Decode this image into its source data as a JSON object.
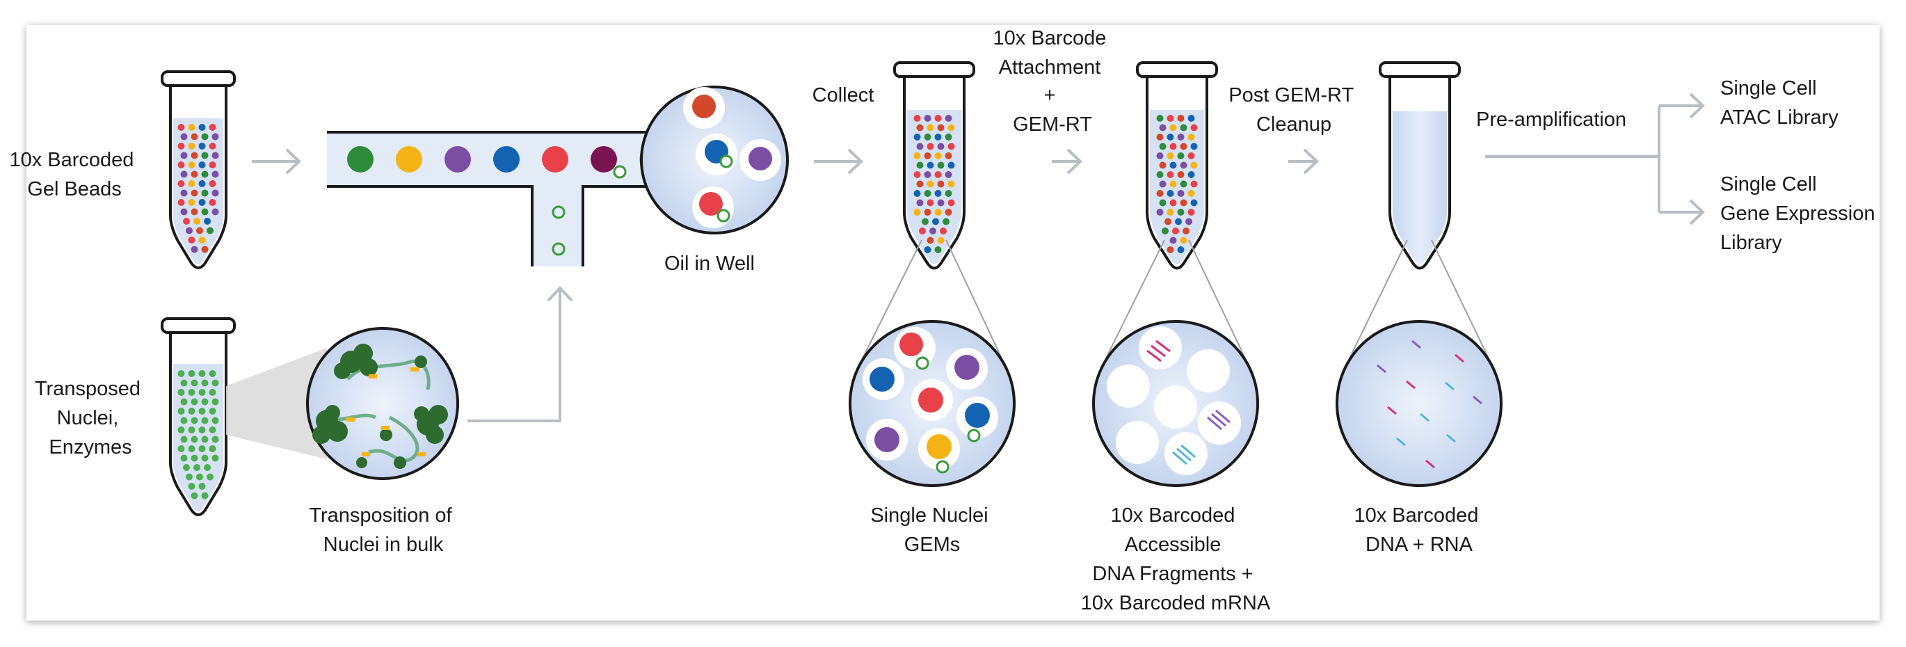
{
  "labels": {
    "gel_beads": [
      "10x Barcoded",
      "Gel Beads"
    ],
    "transposed_nuclei": [
      "Transposed",
      "Nuclei,",
      "Enzymes"
    ],
    "transposition": [
      "Transposition of",
      "Nuclei in bulk"
    ],
    "oil_in_well": "Oil in Well",
    "collect": "Collect",
    "barcode_attachment": [
      "10x Barcode",
      "Attachment",
      "+",
      "GEM-RT"
    ],
    "post_gem_cleanup": [
      "Post GEM-RT",
      "Cleanup"
    ],
    "pre_amplification": "Pre-amplification",
    "atac_library": [
      "Single Cell",
      "ATAC Library"
    ],
    "gex_library": [
      "Single Cell",
      "Gene Expression",
      "Library"
    ],
    "single_nuclei_gems": [
      "Single Nuclei",
      "GEMs"
    ],
    "barcoded_fragments": [
      "10x Barcoded",
      "Accessible",
      "DNA Fragments +",
      "10x Barcoded mRNA"
    ],
    "barcoded_dna_rna": [
      "10x Barcoded",
      "DNA + RNA"
    ]
  },
  "colors": {
    "green": "#2e8b3a",
    "yellow": "#f5b316",
    "purple": "#7b4ea3",
    "blue": "#1463b3",
    "red": "#e8414a",
    "maroon": "#7a1450",
    "orange_red": "#d4482a",
    "channel_fill": "#e3ebf7",
    "arrow_gray": "#b9bec4",
    "cyan": "#4fb6d8",
    "magenta": "#d8307a",
    "violet": "#8a5cc2"
  }
}
